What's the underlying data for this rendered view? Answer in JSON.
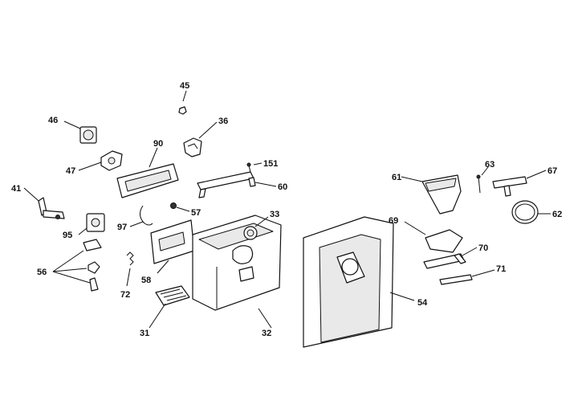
{
  "labels": {
    "p45": "45",
    "p46": "46",
    "p36": "36",
    "p90": "90",
    "p47": "47",
    "p151": "151",
    "p41": "41",
    "p60": "60",
    "p57": "57",
    "p33": "33",
    "p95": "95",
    "p97": "97",
    "p56": "56",
    "p58": "58",
    "p72": "72",
    "p31": "31",
    "p32": "32",
    "p61": "61",
    "p63": "63",
    "p67": "67",
    "p62": "62",
    "p69": "69",
    "p70": "70",
    "p71": "71",
    "p54": "54"
  }
}
